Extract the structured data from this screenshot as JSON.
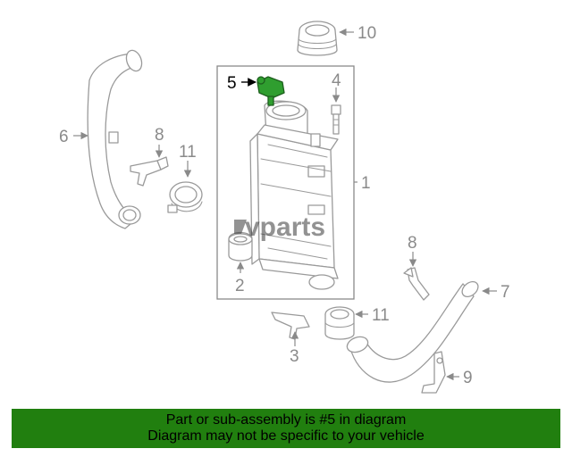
{
  "diagram": {
    "watermark": "vparts",
    "callouts": [
      "1",
      "2",
      "3",
      "4",
      "5",
      "6",
      "7",
      "8",
      "8",
      "9",
      "10",
      "11",
      "11"
    ],
    "highlighted_part": "5",
    "colors": {
      "highlight": "#2f9e2f",
      "linework": "#9a9a9a",
      "banner": "#217f0f"
    }
  },
  "banner": {
    "line1": "Part or sub-assembly is #5 in diagram",
    "line2": "Diagram may not be specific to your vehicle"
  }
}
